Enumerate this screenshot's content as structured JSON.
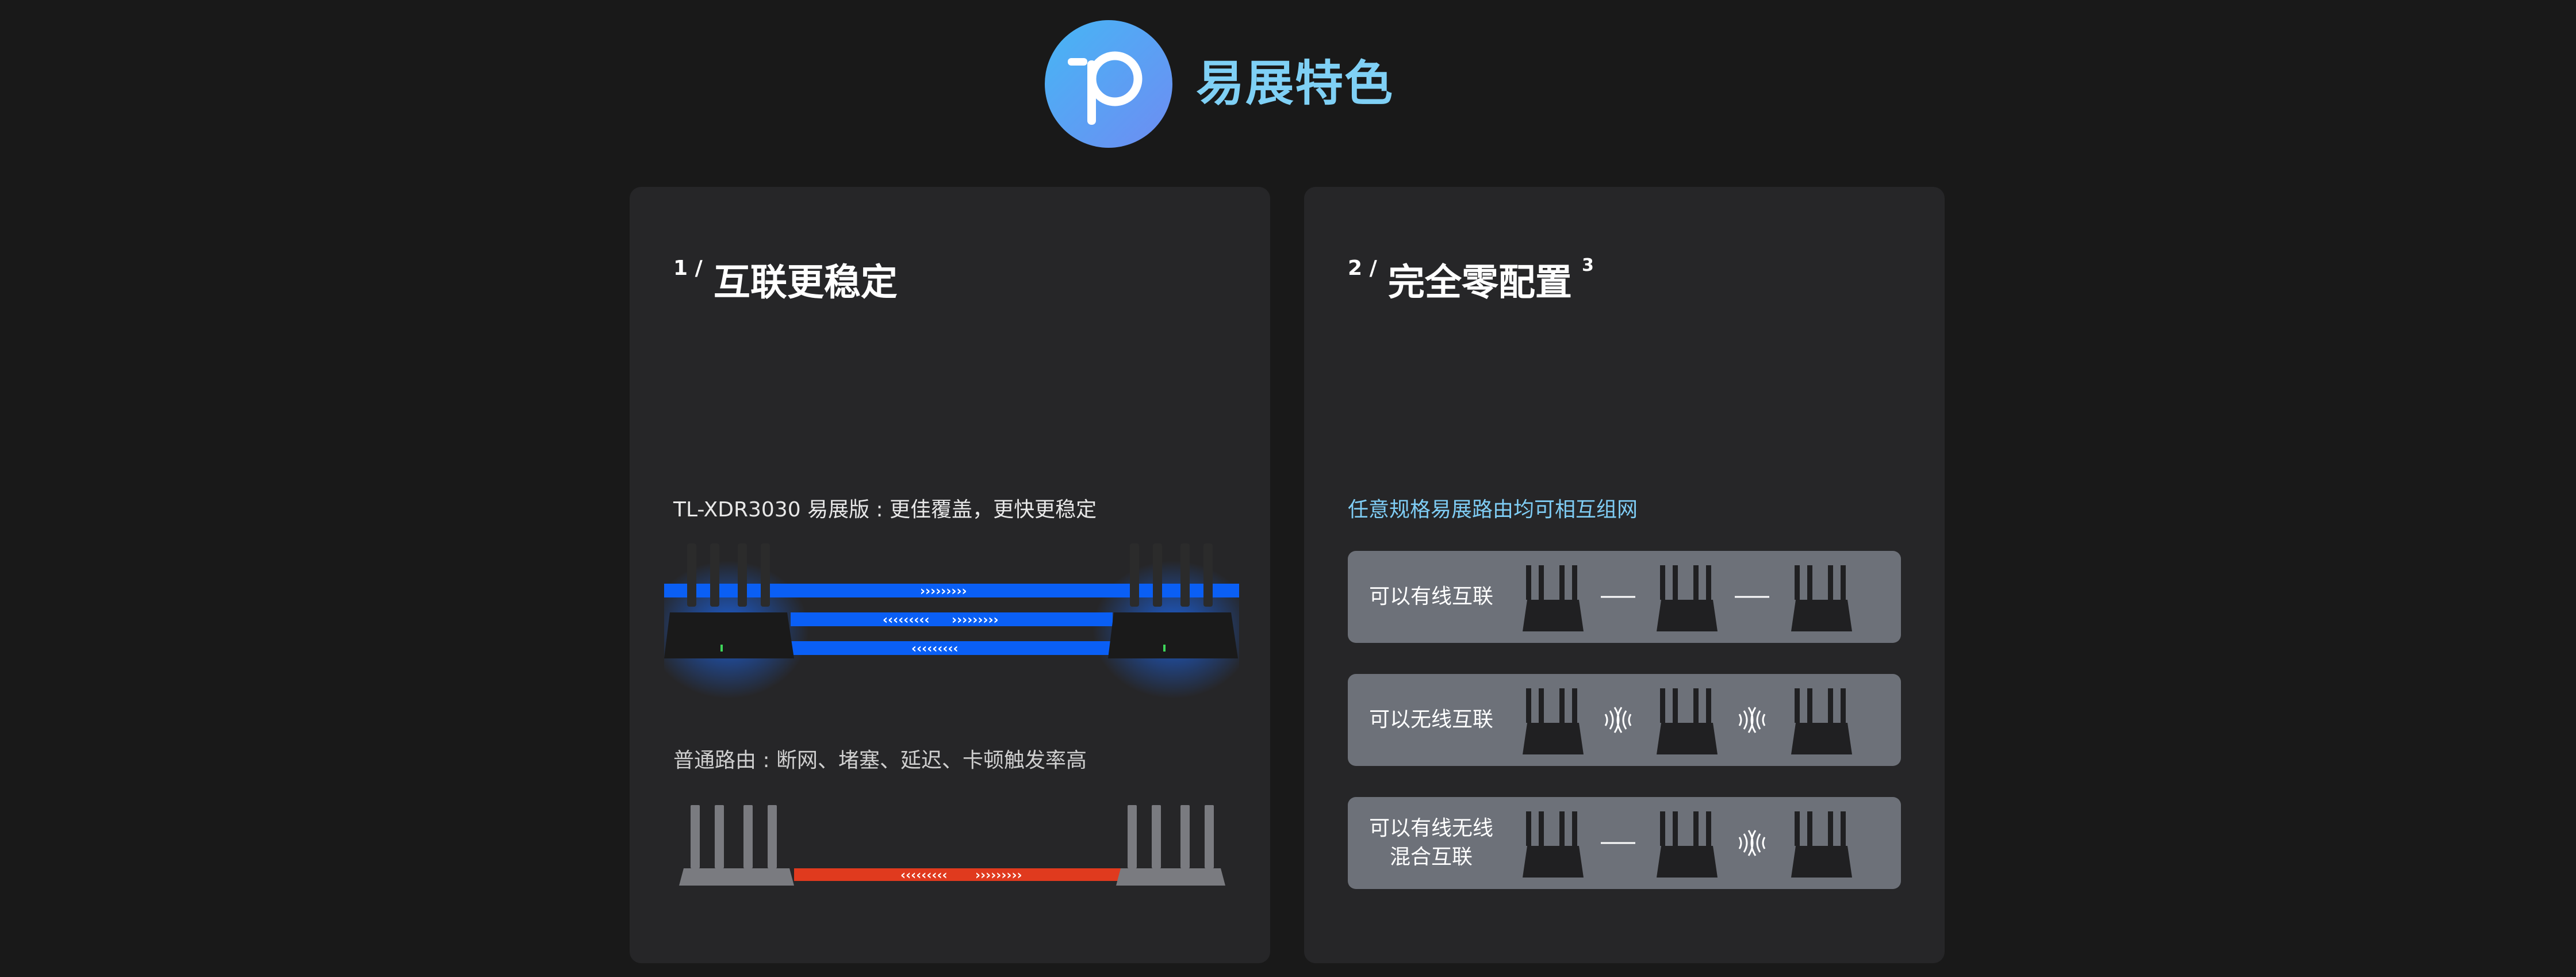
{
  "header": {
    "logo_icon": "tplink-easymesh-logo-icon",
    "title": "易展特色"
  },
  "cards": [
    {
      "number": "1",
      "title": "互联更稳定",
      "sections": [
        {
          "caption": "TL-XDR3030 易展版 : 更佳覆盖，更快更稳定",
          "illustration": "easymesh-routers-blue-links-icon"
        },
        {
          "caption": "普通路由 : 断网、堵塞、延迟、卡顿触发率高",
          "illustration": "normal-routers-red-link-icon"
        }
      ]
    },
    {
      "number": "2",
      "title": "完全零配置",
      "superscript": "3",
      "subtitle": "任意规格易展路由均可相互组网",
      "modes": [
        {
          "label_line1": "可以有线互联",
          "label_line2": "",
          "links": [
            "wired",
            "wired"
          ]
        },
        {
          "label_line1": "可以无线互联",
          "label_line2": "",
          "links": [
            "wireless",
            "wireless"
          ]
        },
        {
          "label_line1": "可以有线无线",
          "label_line2": "混合互联",
          "links": [
            "wired",
            "wireless"
          ]
        }
      ]
    }
  ],
  "colors": {
    "background": "#191919",
    "card": "#262628",
    "accent_blue": "#7fcdf5",
    "mode_row": "#6d7179",
    "mesh_link": "#0a5ff5",
    "normal_link": "#e03a1e"
  }
}
